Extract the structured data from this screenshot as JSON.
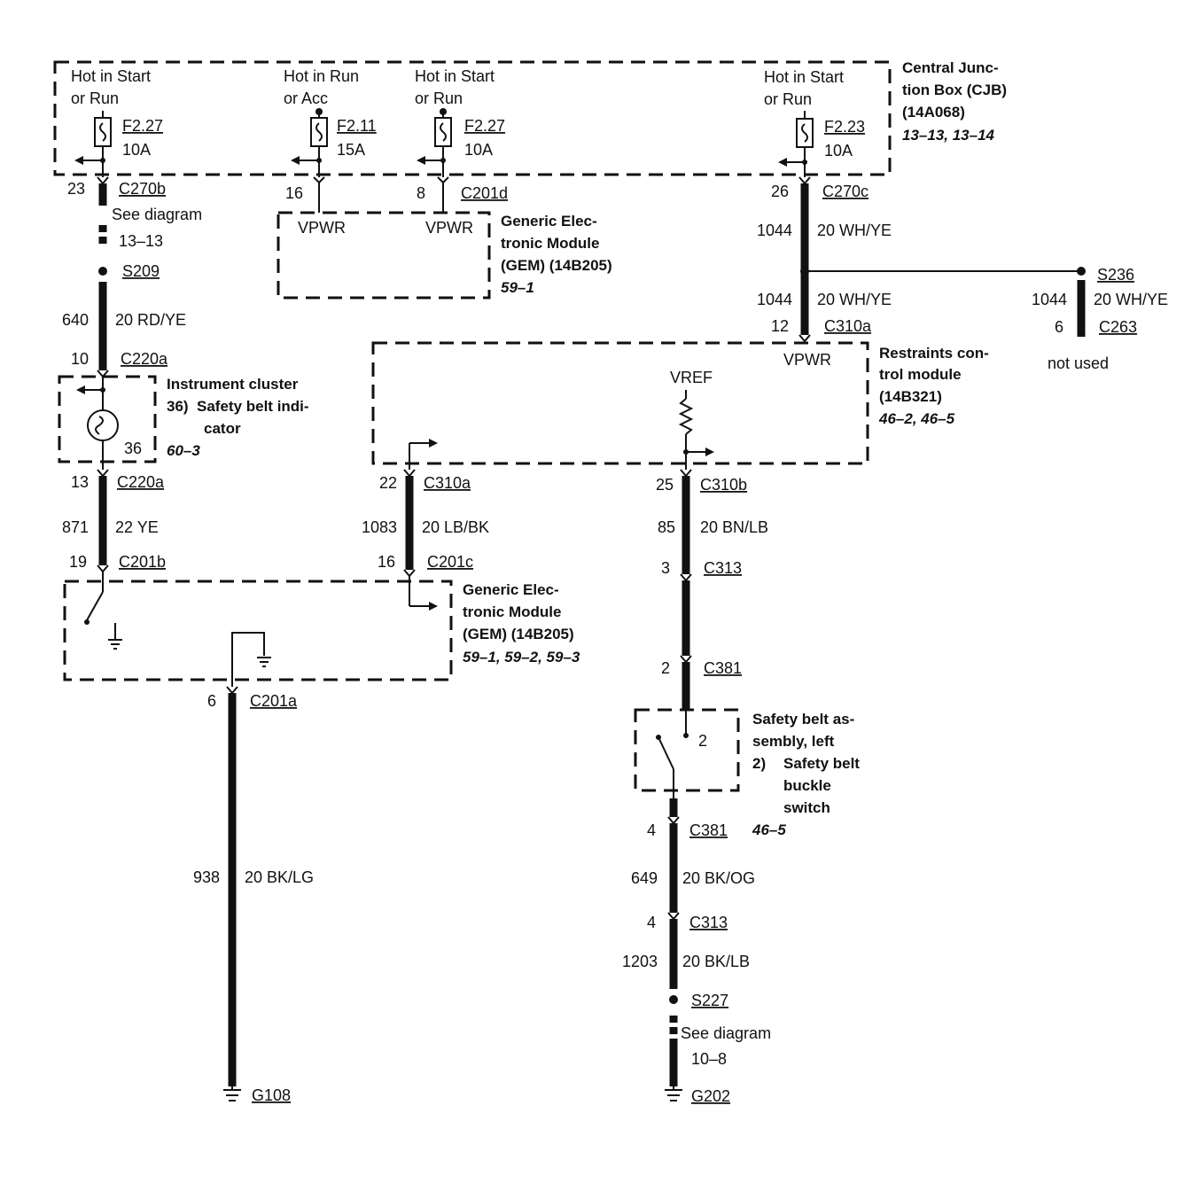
{
  "cjb": {
    "hot1": [
      "Hot in Start",
      "or Run"
    ],
    "hot2": [
      "Hot in Run",
      "or Acc"
    ],
    "hot3": [
      "Hot in Start",
      "or Run"
    ],
    "hot4": [
      "Hot in Start",
      "or Run"
    ],
    "fuse1": {
      "id": "F2.27",
      "amp": "10A"
    },
    "fuse2": {
      "id": "F2.11",
      "amp": "15A"
    },
    "fuse3": {
      "id": "F2.27",
      "amp": "10A"
    },
    "fuse4": {
      "id": "F2.23",
      "amp": "10A"
    },
    "title": [
      "Central Junc-",
      "tion Box (CJB)",
      "(14A068)"
    ],
    "ref": "13–13, 13–14"
  },
  "gem_top": {
    "pin_a": "16",
    "pin_b": "8",
    "connector": "C201d",
    "vpwr_a": "VPWR",
    "vpwr_b": "VPWR",
    "title": [
      "Generic Elec-",
      "tronic Module",
      "(GEM) (14B205)"
    ],
    "ref": "59–1"
  },
  "left": {
    "pin1": "23",
    "conn1": "C270b",
    "see": "See diagram",
    "see_ref": "13–13",
    "splice": "S209",
    "circuit1": "640",
    "wire1": "20 RD/YE",
    "pin2": "10",
    "conn2": "C220a",
    "pin3": "13",
    "conn3": "C220a",
    "circuit2": "871",
    "wire2": "22 YE",
    "pin4": "19",
    "conn4": "C201b"
  },
  "cluster": {
    "title": "Instrument cluster",
    "num": "36)",
    "desc": [
      "Safety belt indi-",
      "cator"
    ],
    "pin": "36",
    "ref": "60–3"
  },
  "right": {
    "pin1": "26",
    "conn1": "C270c",
    "circuit1": "1044",
    "wire1": "20 WH/YE",
    "circuit2": "1044",
    "wire2": "20 WH/YE",
    "pin2": "12",
    "conn2": "C310a",
    "vpwr": "VPWR"
  },
  "s236": {
    "splice": "S236",
    "circuit": "1044",
    "wire": "20 WH/YE",
    "pin": "6",
    "conn": "C263",
    "note": "not used"
  },
  "rcm": {
    "title": [
      "Restraints con-",
      "trol module",
      "(14B321)"
    ],
    "ref": "46–2, 46–5",
    "vref": "VREF"
  },
  "mid": {
    "pin1": "22",
    "conn1": "C310a",
    "circuit": "1083",
    "wire": "20 LB/BK",
    "pin2": "16",
    "conn2": "C201c"
  },
  "gem_bottom": {
    "title": [
      "Generic Elec-",
      "tronic Module",
      "(GEM) (14B205)"
    ],
    "ref": "59–1, 59–2, 59–3"
  },
  "ground_left": {
    "pin": "6",
    "conn": "C201a",
    "circuit": "938",
    "wire": "20 BK/LG",
    "ground": "G108"
  },
  "belt": {
    "pin1": "25",
    "conn1": "C310b",
    "circuit1": "85",
    "wire1": "20 BN/LB",
    "pin2": "3",
    "conn2": "C313",
    "pin3": "2",
    "conn3": "C381",
    "sw_pin": "2",
    "title": [
      "Safety belt as-",
      "sembly, left"
    ],
    "num": "2)",
    "desc": [
      "Safety belt",
      "buckle",
      "switch"
    ],
    "ref": "46–5",
    "pin4": "4",
    "conn4": "C381",
    "circuit2": "649",
    "wire2": "20 BK/OG",
    "pin5": "4",
    "conn5": "C313",
    "circuit3": "1203",
    "wire3": "20 BK/LB",
    "splice": "S227",
    "see": "See diagram",
    "see_ref": "10–8",
    "ground": "G202"
  }
}
